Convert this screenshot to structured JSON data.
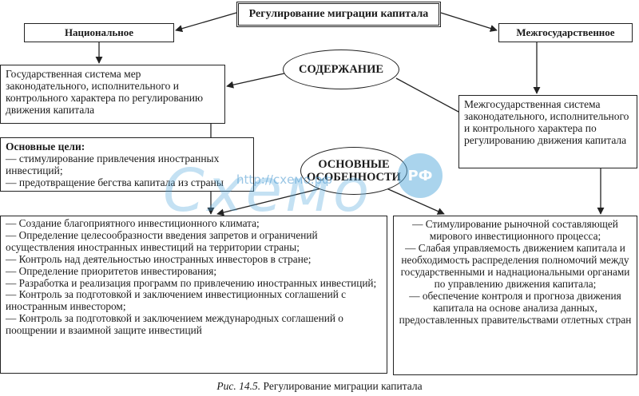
{
  "title": "Регулирование миграции капитала",
  "national": {
    "label": "Национальное",
    "description": "Государственная система мер законодательного, исполнительного и контрольного характера по регулированию движения капитала",
    "goals_title": "Основные цели:",
    "goals": [
      "— стимулирование привлечения иностранных инвестиций;",
      "— предотвращение бегства капитала из страны"
    ],
    "features": [
      "— Создание благоприятного инвестиционного климата;",
      "— Определение целесообразности введения запретов и ограничений осуществления иностранных инвестиций на территории страны;",
      "— Контроль над деятельностью иностранных инвесторов в стране;",
      "— Определение приоритетов инвестирования;",
      "— Разработка и реализация программ по привлечению иностранных инвестиций;",
      "— Контроль за подготовкой и заключением инвестиционных соглашений с иностранным инвестором;",
      "— Контроль за подготовкой и заключением международных соглашений о поощрении и взаимной защите инвестиций"
    ]
  },
  "interstate": {
    "label": "Межгосударственное",
    "description": "Межгосударственная система законодательного, исполнительного и контрольного характера по регулированию движения капитала",
    "features": [
      "— Стимулирование рыночной составляющей мирового инвестиционного процесса;",
      "— Слабая управляемость движением капитала и необходимость распределения полномочий между государственными и наднациональными органами по управлению движения капитала;",
      "— обеспечение контроля и прогноза движения капитала на основе анализа данных, предоставленных правительствами отлетных стран"
    ]
  },
  "content_label": "СОДЕРЖАНИЕ",
  "features_label": "ОСНОВНЫЕ ОСОБЕННОСТИ",
  "caption": {
    "figure": "Рис. 14.5.",
    "text": "Регулирование миграции капитала"
  },
  "watermark": {
    "text": "Схемо",
    "url": "http://схемо.рф",
    "badge": "РФ"
  }
}
